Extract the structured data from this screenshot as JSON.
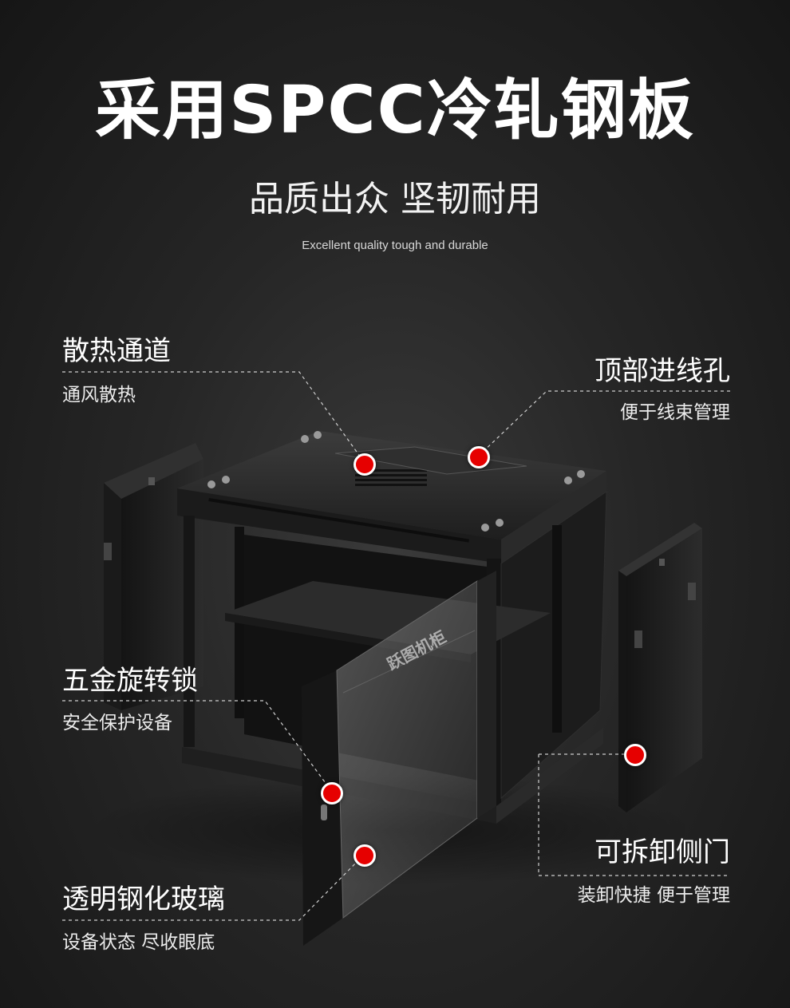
{
  "header": {
    "headline": "采用SPCC冷轧钢板",
    "subline": "品质出众 坚韧耐用",
    "english": "Excellent quality tough and durable"
  },
  "callouts": {
    "vent": {
      "title": "散热通道",
      "desc": "通风散热"
    },
    "cable": {
      "title": "顶部进线孔",
      "desc": "便于线束管理"
    },
    "lock": {
      "title": "五金旋转锁",
      "desc": "安全保护设备"
    },
    "door": {
      "title": "可拆卸侧门",
      "desc": "装卸快捷 便于管理"
    },
    "glass": {
      "title": "透明钢化玻璃",
      "desc": "设备状态 尽收眼底"
    }
  },
  "product": {
    "door_brand": "跃图机柜"
  },
  "colors": {
    "hotspot": "#e60000",
    "accent": "#ffffff"
  }
}
